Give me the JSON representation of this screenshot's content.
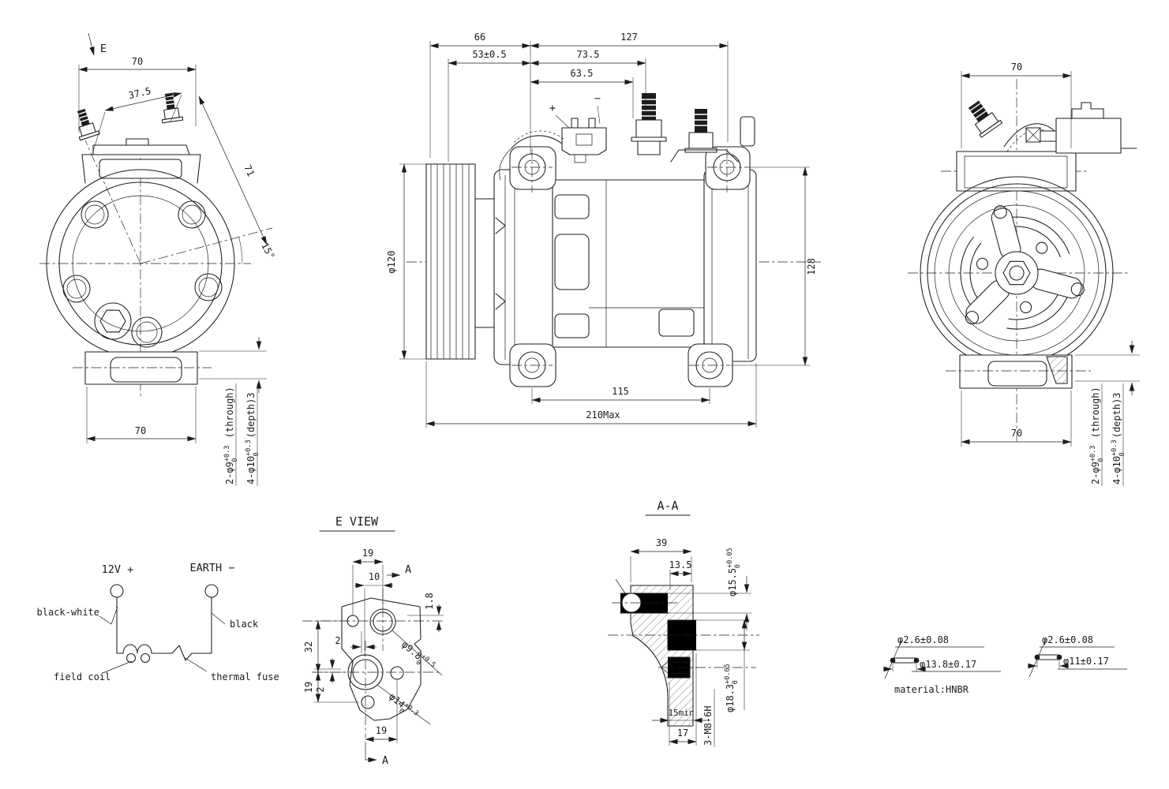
{
  "palette": {
    "ink": "#1c1c1c",
    "bg": "#ffffff"
  },
  "mount_notes": {
    "through": {
      "text": "2-φ9",
      "sup": "+0.3",
      "sub": "0",
      "tail": " (through)"
    },
    "depth": {
      "text": "4-φ10",
      "sup": "+0.3",
      "sub": "0",
      "tail": "(depth)3"
    }
  },
  "views": {
    "left": {
      "label": "E",
      "dim_top": "70",
      "dim_stud": "37.5",
      "dim_diag": "71",
      "dim_angle": "15°",
      "dim_bottom": "70"
    },
    "front": {
      "dim_66": "66",
      "dim_127": "127",
      "dim_53": "53±0.5",
      "dim_735": "73.5",
      "dim_635": "63.5",
      "dim_dia": "φ120",
      "dim_128": "128",
      "dim_115": "115",
      "dim_210": "210Max",
      "plus": "+",
      "minus": "−"
    },
    "right": {
      "dim_top": "70",
      "dim_bottom": "70"
    },
    "e_view": {
      "title": "E VIEW",
      "arrow": "A",
      "d19t": "19",
      "d10": "10",
      "d18": "1.8",
      "d32": "32",
      "d19l": "19",
      "d2a": "2",
      "d2b": "2",
      "d19b": "19",
      "port1": {
        "text": "φ9.8",
        "sup": "+0.5",
        "sub": "0"
      },
      "port2": {
        "text": "φ14",
        "sup": "+0.3",
        "sub": "0"
      }
    },
    "section": {
      "title": "A-A",
      "d39": "39",
      "d135": "13.5",
      "d15min": "15min",
      "d17": "17",
      "thread": "3-M8-6H",
      "dia1": {
        "text": "φ15.5",
        "sup": "+0.05",
        "sub": "0"
      },
      "dia2": {
        "text": "φ18.3",
        "sup": "+0.05",
        "sub": "0"
      }
    },
    "schematic": {
      "pos": "12V +",
      "neg": "EARTH −",
      "wire_pos": "black-white",
      "wire_neg": "black",
      "coil": "field coil",
      "fuse": "thermal fuse"
    },
    "orings": {
      "large_cs": "φ2.6±0.08",
      "large_id": "φ13.8±0.17",
      "small_cs": "φ2.6±0.08",
      "small_id": "φ11±0.17",
      "material": "material:HNBR"
    }
  }
}
